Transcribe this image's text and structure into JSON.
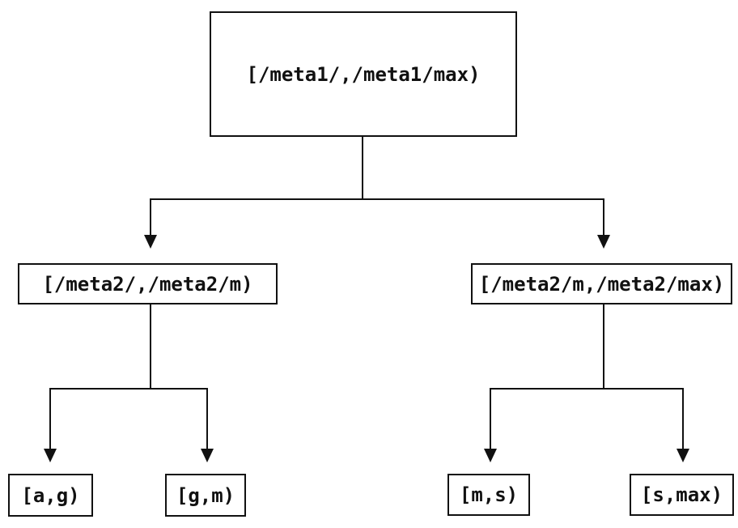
{
  "diagram": {
    "type": "tree",
    "background_color": "#ffffff",
    "line_color": "#111111",
    "nodes": {
      "root": {
        "label": "[/meta1/,/meta1/max)"
      },
      "left": {
        "label": "[/meta2/,/meta2/m)"
      },
      "right": {
        "label": "[/meta2/m,/meta2/max)"
      },
      "leaf_ag": {
        "label": "[a,g)"
      },
      "leaf_gm": {
        "label": "[g,m)"
      },
      "leaf_ms": {
        "label": "[m,s)"
      },
      "leaf_smax": {
        "label": "[s,max)"
      }
    },
    "edges": [
      {
        "from": "root",
        "to": "left"
      },
      {
        "from": "root",
        "to": "right"
      },
      {
        "from": "left",
        "to": "leaf_ag"
      },
      {
        "from": "left",
        "to": "leaf_gm"
      },
      {
        "from": "right",
        "to": "leaf_ms"
      },
      {
        "from": "right",
        "to": "leaf_smax"
      }
    ]
  }
}
